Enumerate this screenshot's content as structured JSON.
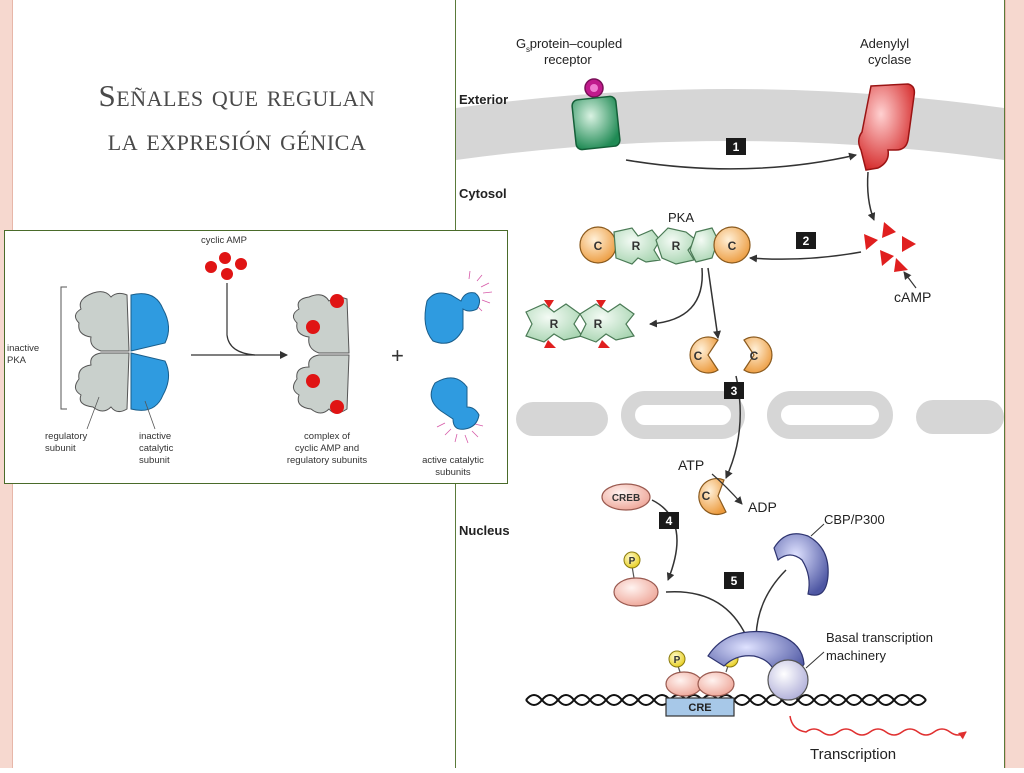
{
  "slide": {
    "title_line1": "Señales que regulan",
    "title_line2": "la expresión génica"
  },
  "pka_diagram": {
    "cyclic_amp": "cyclic AMP",
    "inactive_pka_line1": "inactive",
    "inactive_pka_line2": "PKA",
    "plus": "+",
    "regulatory_line1": "regulatory",
    "regulatory_line2": "subunit",
    "inactive_catalytic_line1": "inactive",
    "inactive_catalytic_line2": "catalytic",
    "inactive_catalytic_line3": "subunit",
    "complex_line1": "complex of",
    "complex_line2": "cyclic AMP and",
    "complex_line3": "regulatory subunits",
    "active_catalytic_line1": "active catalytic",
    "active_catalytic_line2": "subunits"
  },
  "pathway": {
    "gs_receptor_line1": "G  protein–coupled",
    "gs_subscript": "s",
    "gs_receptor_line2": "receptor",
    "adenylyl_line1": "Adenylyl",
    "adenylyl_line2": "cyclase",
    "exterior": "Exterior",
    "cytosol": "Cytosol",
    "nucleus": "Nucleus",
    "pka": "PKA",
    "camp": "cAMP",
    "atp": "ATP",
    "adp": "ADP",
    "creb": "CREB",
    "cbp": "CBP/P300",
    "basal_line1": "Basal transcription",
    "basal_line2": "machinery",
    "cre": "CRE",
    "transcription": "Transcription",
    "subunit_c": "C",
    "subunit_r": "R",
    "phospho": "P",
    "steps": [
      "1",
      "2",
      "3",
      "4",
      "5"
    ]
  },
  "colors": {
    "slide_border": "#f6d8cf",
    "title_text": "#4a4a4a",
    "panel_border": "#4a6b2a",
    "membrane": "#d3d3d3",
    "receptor": "#2e9a62",
    "cyclase": "#e23a3a",
    "camp": "#e01f1f",
    "catalytic_orange": "#f3a64e",
    "regulatory_green": "#bfe0c4",
    "pka_blue": "#2f9be0",
    "pka_gray": "#c9d0cc",
    "creb_pink": "#f5b9ae",
    "cbp_purple": "#6e77b5",
    "basal_lilac": "#c9c8e8",
    "phospho_yellow": "#f5e23a",
    "cre_blue": "#a7c8e8",
    "step_box": "#1a1a1a"
  }
}
